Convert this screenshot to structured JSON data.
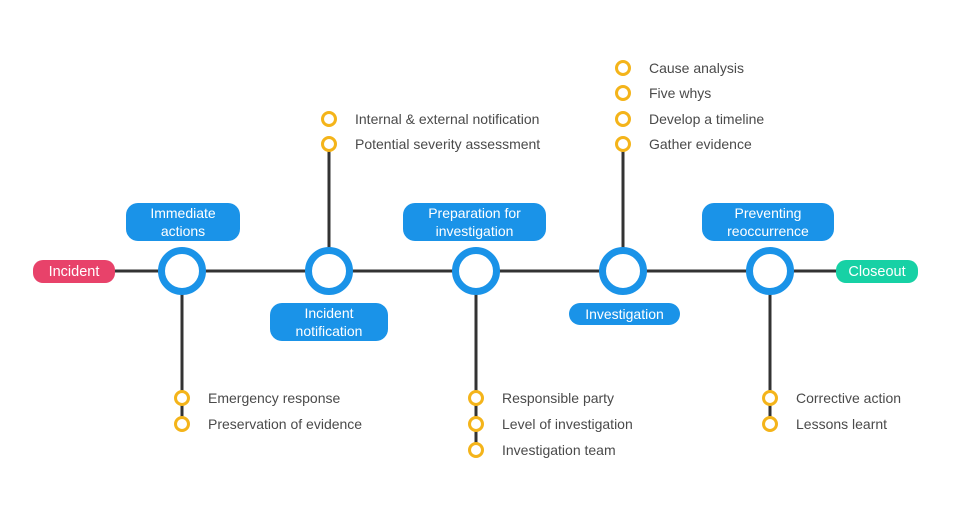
{
  "colors": {
    "line": "#333333",
    "node": "#1a93e8",
    "dot": "#f4b41a",
    "start": "#e8426a",
    "end": "#17d1a5"
  },
  "start": {
    "label": "Incident"
  },
  "end": {
    "label": "Closeout"
  },
  "stages": [
    {
      "label": "Immediate\nactions",
      "items": [
        "Emergency response",
        "Preservation of evidence"
      ]
    },
    {
      "label": "Incident\nnotification",
      "items": [
        "Internal & external notification",
        "Potential severity assessment"
      ]
    },
    {
      "label": "Preparation for\ninvestigation",
      "items": [
        "Responsible party",
        "Level of investigation",
        "Investigation team"
      ]
    },
    {
      "label": "Investigation",
      "items": [
        "Cause analysis",
        "Five whys",
        "Develop a timeline",
        "Gather evidence"
      ]
    },
    {
      "label": "Preventing\nreoccurrence",
      "items": [
        "Corrective action",
        "Lessons learnt"
      ]
    }
  ]
}
